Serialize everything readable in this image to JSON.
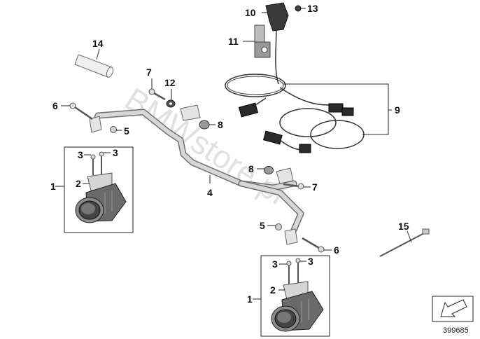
{
  "diagram": {
    "watermark": "BMWstore.pl",
    "doc_number": "399685",
    "callouts": {
      "c1a": "1",
      "c1b": "1",
      "c2a": "2",
      "c2b": "2",
      "c3a": "3",
      "c3b": "3",
      "c3c": "3",
      "c3d": "3",
      "c4": "4",
      "c5a": "5",
      "c5b": "5",
      "c6a": "6",
      "c6b": "6",
      "c7a": "7",
      "c7b": "7",
      "c8a": "8",
      "c8b": "8",
      "c9": "9",
      "c10": "10",
      "c11": "11",
      "c12": "12",
      "c13": "13",
      "c14": "14",
      "c15": "15"
    }
  }
}
